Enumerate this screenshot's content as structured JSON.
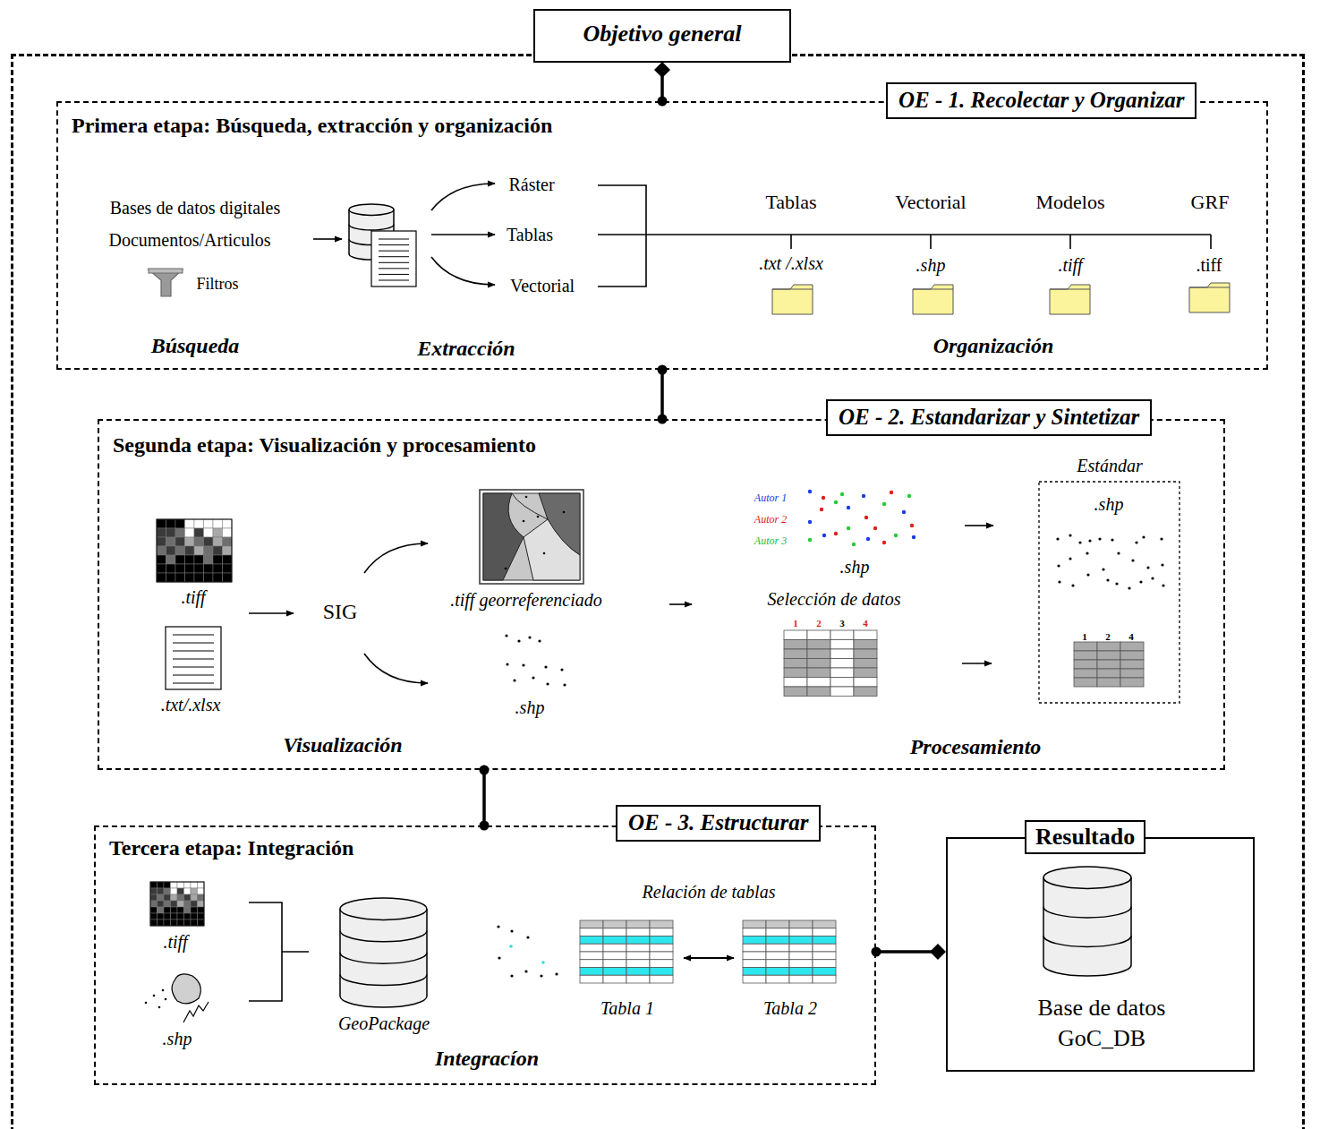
{
  "diagram": {
    "nodes": [
      {
        "text": [
          "Objetivo general"
        ]
      },
      {
        "text": [
          "Primera etapa: Búsqueda, extracción y organización",
          "OE - 1. Recolectar y Organizar"
        ],
        "in": 0
      },
      {
        "text": [
          "Segunda etapa: Visualización y procesamiento",
          "OE - 2. Estandarizar y Sintetizar"
        ],
        "in": 0
      },
      {
        "text": [
          "Tercera etapa: Integración",
          "OE - 3. Estructurar"
        ],
        "in": 0
      },
      {
        "text": [
          "Resultado",
          "Base de datos GoC_DB"
        ],
        "in": 0
      }
    ],
    "edges": [
      {
        "from": 0,
        "to": 1,
        "arrow": "none"
      },
      {
        "from": 1,
        "to": 2,
        "arrow": "none"
      },
      {
        "from": 2,
        "to": 3,
        "arrow": "none"
      },
      {
        "from": 3,
        "to": 4,
        "arrow": "none"
      }
    ],
    "labels": [
      "Bases de datos digitales",
      "Documentos/Articulos",
      "Filtros",
      "Búsqueda",
      "Ráster",
      "Tablas",
      "Vectorial",
      "Extracción",
      "Tablas",
      "Vectorial",
      "Modelos",
      "GRF",
      ".txt /.xlsx",
      ".shp",
      ".tiff",
      ".tiff",
      "Organización",
      ".tiff",
      ".txt/.xlsx",
      "SIG",
      ".tiff georreferenciado",
      ".shp",
      "Visualización",
      "Autor 1",
      "Autor 2",
      "Autor 3",
      ".shp",
      "Selección de datos",
      "1",
      "2",
      "3",
      "4",
      "Estándar",
      ".shp",
      "1",
      "2",
      "4",
      "Procesamiento",
      ".tiff",
      ".shp",
      "GeoPackage",
      "Relación de tablas",
      "Tabla 1",
      "Tabla 2",
      "Integracíon"
    ]
  }
}
